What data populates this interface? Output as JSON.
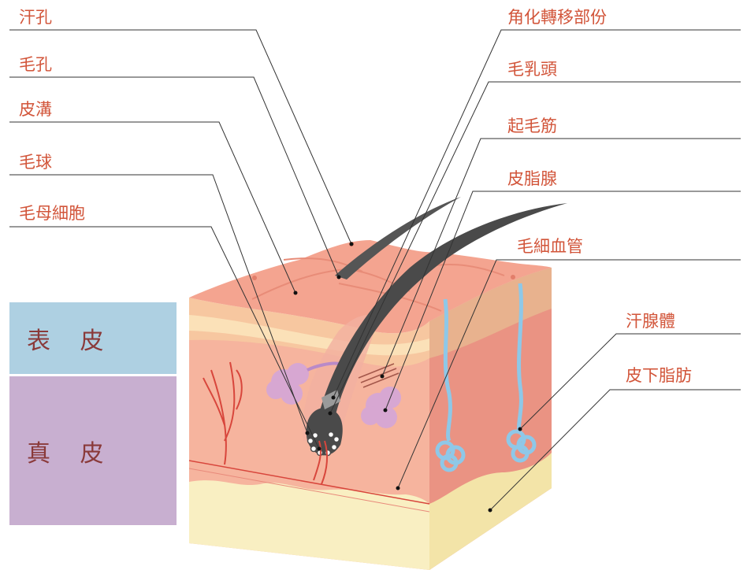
{
  "labels_left": {
    "sweat_pore": "汗孔",
    "hair_pore": "毛孔",
    "skin_groove": "皮溝",
    "hair_bulb": "毛球",
    "hair_matrix_cells": "毛母細胞"
  },
  "labels_right": {
    "keratinization": "角化轉移部份",
    "dermal_papilla": "毛乳頭",
    "arrector_pili": "起毛筋",
    "sebaceous_gland": "皮脂腺",
    "capillary": "毛細血管",
    "sweat_gland": "汗腺體",
    "subcutaneous_fat": "皮下脂肪"
  },
  "layers": {
    "epidermis": "表 皮",
    "dermis": "真 皮"
  },
  "colors": {
    "label_text": "#d2553a",
    "epidermis_box": "#aed0e2",
    "dermis_box": "#c8afd0",
    "skin_top": "#f4a490",
    "skin_front": "#f6b49e",
    "skin_side": "#ea9383",
    "fat": "#f9efc2",
    "hair": "#4a4a4a",
    "gland": "#d4a6d8",
    "sweat_duct": "#8ec8e8",
    "vessel": "#d8463c"
  }
}
